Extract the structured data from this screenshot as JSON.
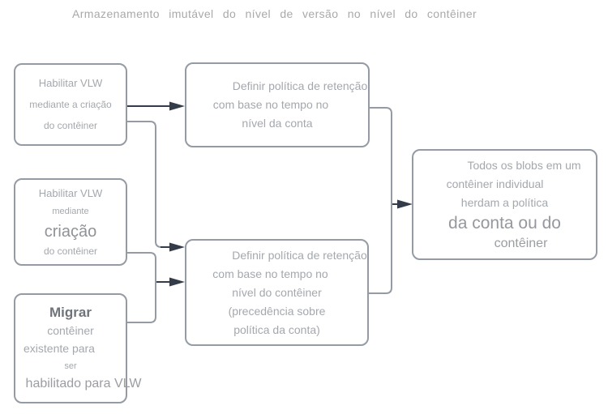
{
  "title": "Armazenamento imutável do nível de versão no nível do contêiner",
  "colors": {
    "background": "#ffffff",
    "box_border": "#959ba4",
    "connector_line": "#959ba4",
    "arrow": "#343b49",
    "text": "#a4a8ad",
    "text_emphasis": "#8f9398",
    "text_strong": "#6f747a",
    "title_text": "#a9a9a9"
  },
  "nodes": {
    "left_top": {
      "lines": [
        "Habilitar VLW",
        "mediante a criação",
        "do contêiner"
      ]
    },
    "left_mid": {
      "lines": [
        "Habilitar VLW",
        "mediante",
        "criação",
        "do contêiner"
      ]
    },
    "left_bot": {
      "lines": [
        "Migrar",
        "contêiner",
        "existente para",
        "ser",
        "habilitado para VLW"
      ]
    },
    "center_top": {
      "lines": [
        "Definir política de retenção",
        "com base no tempo no",
        "nível da conta"
      ]
    },
    "center_bot": {
      "lines": [
        "Definir política de retenção",
        "com base no tempo no",
        "nível do contêiner",
        "(precedência sobre",
        "política da conta)"
      ]
    },
    "right": {
      "lines": [
        "Todos os blobs em um",
        "contêiner individual",
        "herdam a política",
        "da conta ou do",
        "contêiner"
      ]
    }
  }
}
